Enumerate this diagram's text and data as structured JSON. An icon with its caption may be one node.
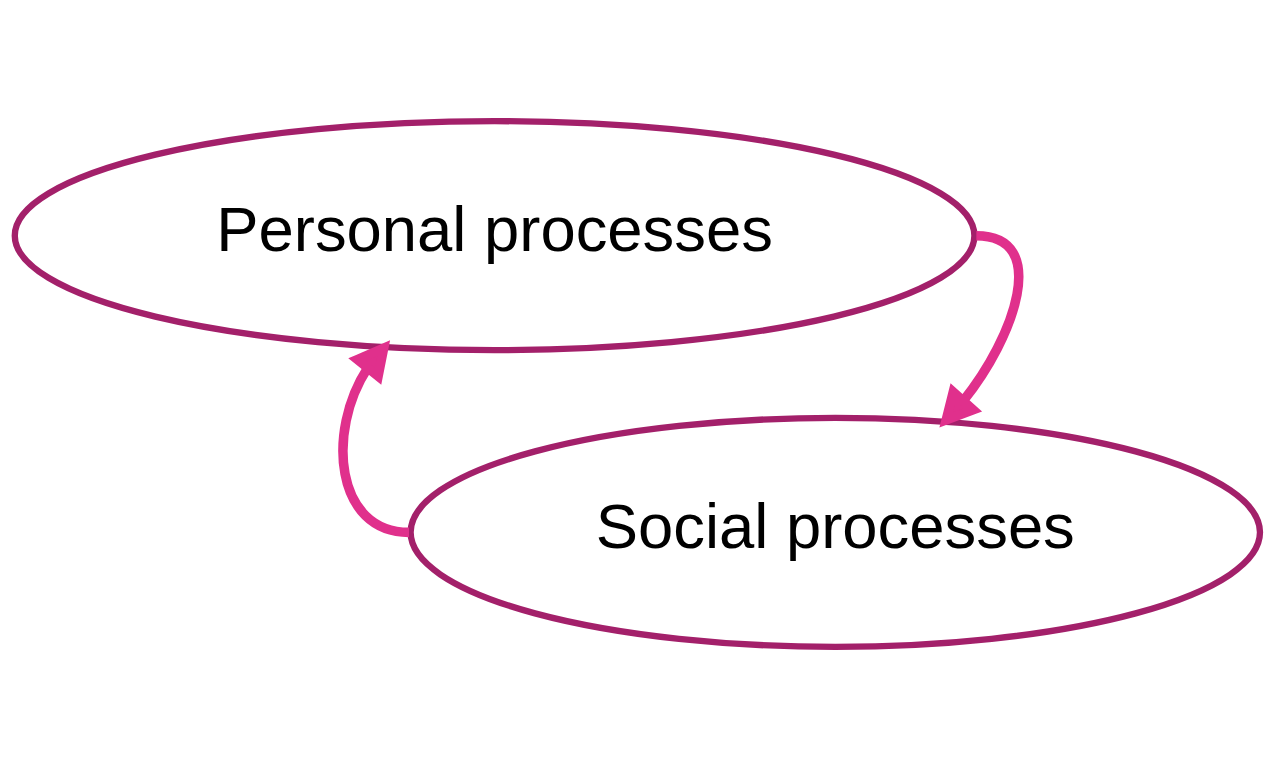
{
  "diagram": {
    "nodes": [
      {
        "text": [
          "Personal processes"
        ]
      },
      {
        "text": [
          "Social processes"
        ]
      }
    ],
    "edges": [
      {
        "from": 0,
        "to": 1,
        "arrow": "to"
      },
      {
        "from": 1,
        "to": 0,
        "arrow": "to"
      }
    ]
  }
}
